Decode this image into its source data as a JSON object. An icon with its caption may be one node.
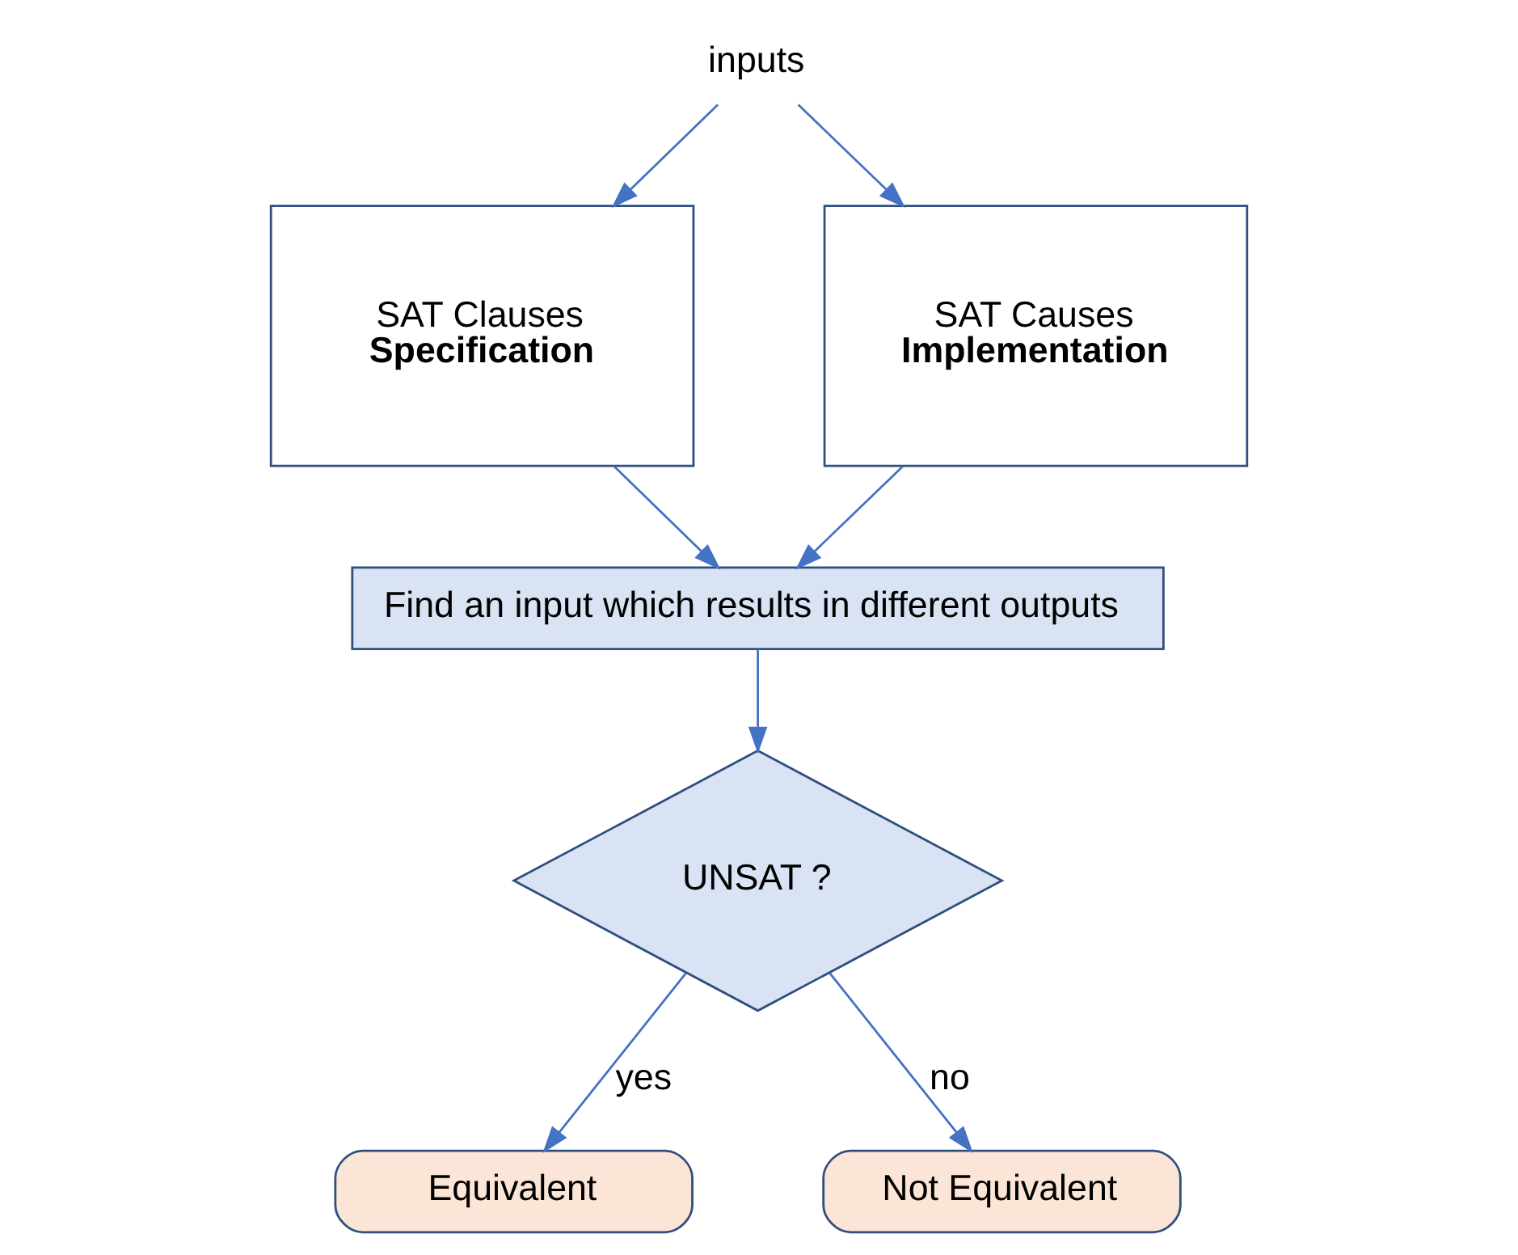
{
  "diagram": {
    "nodes": [
      {
        "text": [
          "inputs"
        ]
      },
      {
        "text": [
          "SAT Clauses",
          "Specification"
        ]
      },
      {
        "text": [
          "SAT Causes",
          "Implementation"
        ]
      },
      {
        "text": [
          "Find an input which results in different outputs"
        ]
      },
      {
        "text": [
          "UNSAT ?"
        ]
      },
      {
        "text": [
          "Equivalent"
        ]
      },
      {
        "text": [
          "Not Equivalent"
        ]
      }
    ],
    "edges": [
      {
        "from": 0,
        "to": 1,
        "arrow": "to"
      },
      {
        "from": 0,
        "to": 2,
        "arrow": "to"
      },
      {
        "from": 1,
        "to": 3,
        "arrow": "to"
      },
      {
        "from": 2,
        "to": 3,
        "arrow": "to"
      },
      {
        "from": 3,
        "to": 4,
        "arrow": "to"
      },
      {
        "from": 4,
        "to": 5,
        "arrow": "to",
        "label": "yes"
      },
      {
        "from": 4,
        "to": 6,
        "arrow": "to",
        "label": "no"
      }
    ]
  }
}
